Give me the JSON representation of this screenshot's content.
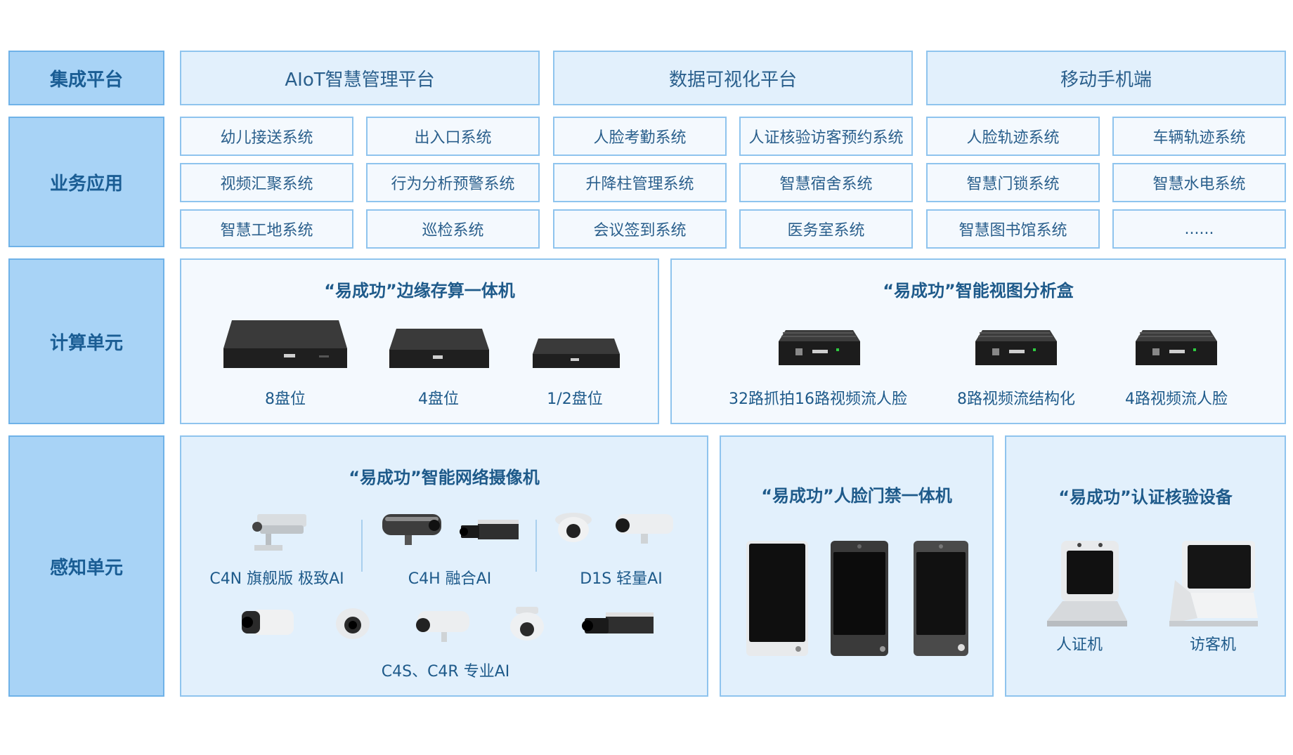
{
  "rows": {
    "integration": "集成平台",
    "business": "业务应用",
    "compute": "计算单元",
    "sensing": "感知单元"
  },
  "platforms": [
    "AIoT智慧管理平台",
    "数据可视化平台",
    "移动手机端"
  ],
  "apps": [
    [
      "幼儿接送系统",
      "出入口系统",
      "人脸考勤系统",
      "人证核验访客预约系统",
      "人脸轨迹系统",
      "车辆轨迹系统"
    ],
    [
      "视频汇聚系统",
      "行为分析预警系统",
      "升降柱管理系统",
      "智慧宿舍系统",
      "智慧门锁系统",
      "智慧水电系统"
    ],
    [
      "智慧工地系统",
      "巡检系统",
      "会议签到系统",
      "医务室系统",
      "智慧图书馆系统",
      "......"
    ]
  ],
  "compute": {
    "storage": {
      "title": "“易成功”边缘存算一体机",
      "items": [
        "8盘位",
        "4盘位",
        "1/2盘位"
      ]
    },
    "analysis": {
      "title": "“易成功”智能视图分析盒",
      "items": [
        "32路抓拍16路视频流人脸",
        "8路视频流结构化",
        "4路视频流人脸"
      ]
    }
  },
  "sensing": {
    "camera": {
      "title": "“易成功”智能网络摄像机",
      "groups": [
        "C4N 旗舰版 极致AI",
        "C4H 融合AI",
        "D1S 轻量AI",
        "C4S、C4R 专业AI"
      ]
    },
    "face_gate": {
      "title": "“易成功”人脸门禁一体机"
    },
    "verify": {
      "title": "“易成功”认证核验设备",
      "items": [
        "人证机",
        "访客机"
      ]
    }
  },
  "colors": {
    "label_bg": "#a8d3f6",
    "platform_bg": "#e2f0fc",
    "app_bg": "#f4f9fe",
    "border": "#8fc4ee",
    "text": "#1e5a8a"
  }
}
